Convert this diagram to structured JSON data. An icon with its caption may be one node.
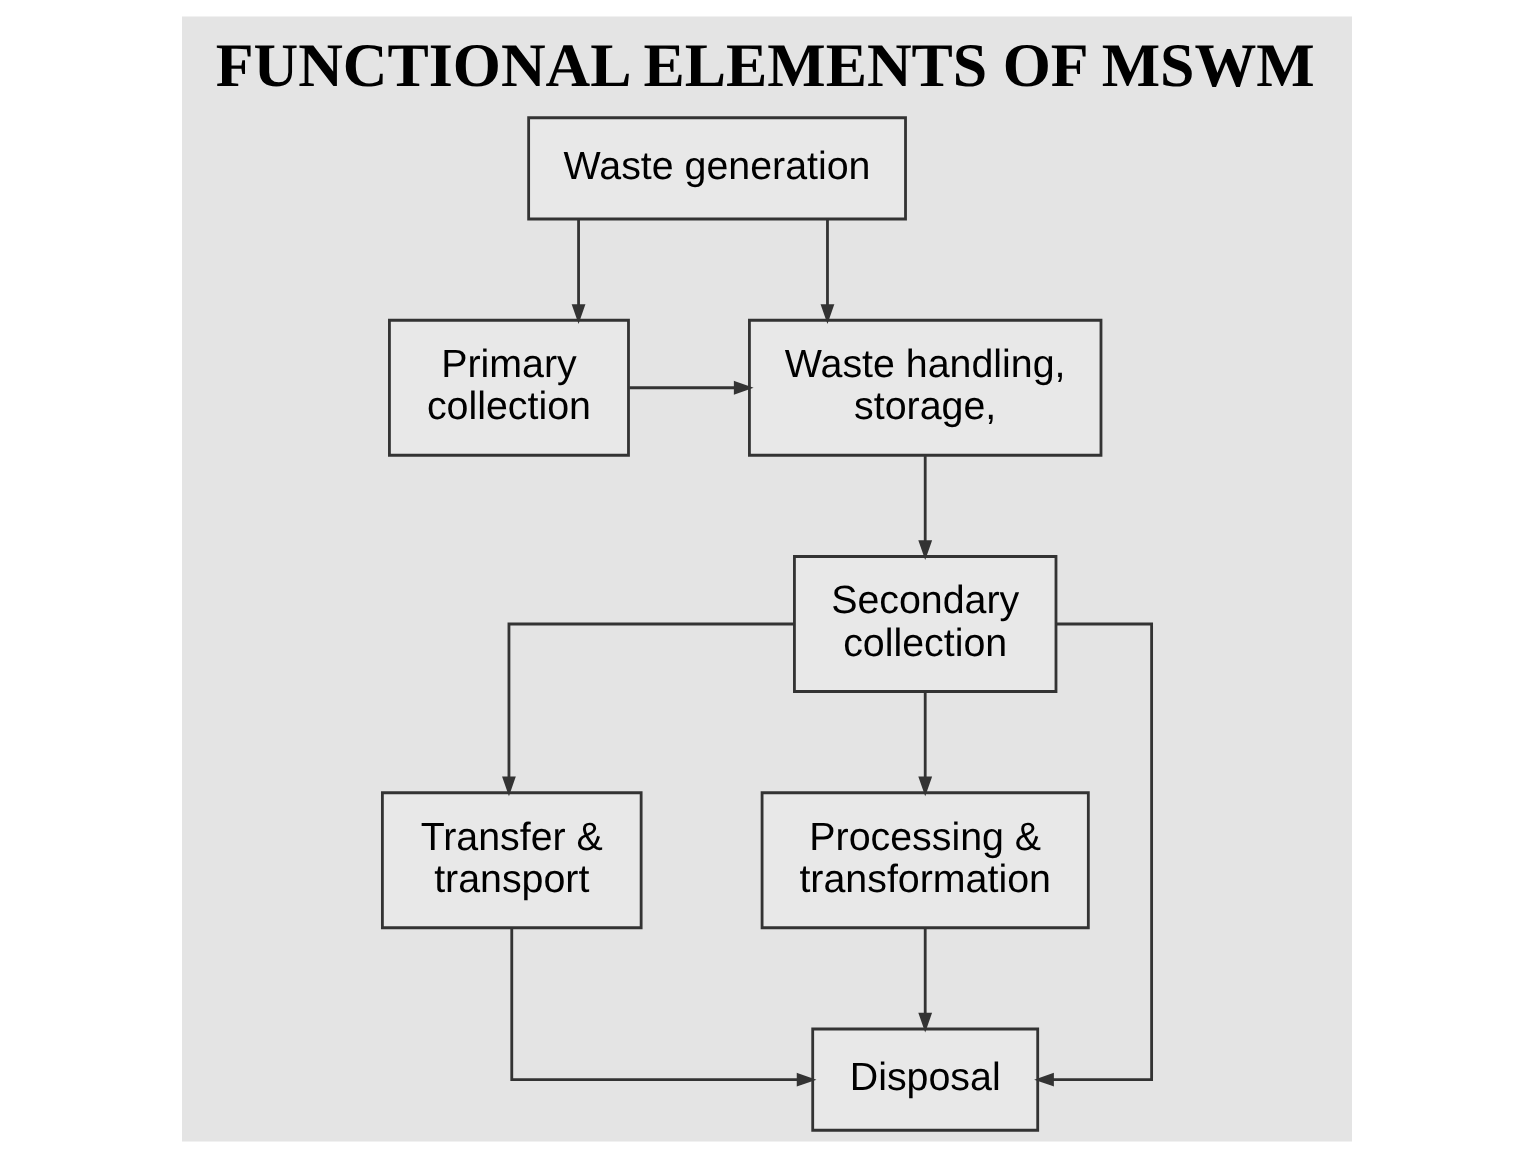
{
  "diagram": {
    "title": "FUNCTIONAL ELEMENTS OF MSWM",
    "nodes": [
      {
        "text": [
          "Waste generation"
        ]
      },
      {
        "text": [
          "Primary collection"
        ]
      },
      {
        "text": [
          "Waste handling, storage,"
        ]
      },
      {
        "text": [
          "Secondary collection"
        ]
      },
      {
        "text": [
          "Transfer & transport"
        ]
      },
      {
        "text": [
          "Processing & transformation"
        ]
      },
      {
        "text": [
          "Disposal"
        ]
      }
    ],
    "edges": [
      {
        "from": 0,
        "to": 2,
        "arrow": "to"
      },
      {
        "from": 0,
        "to": 1,
        "arrow": "to"
      },
      {
        "from": 1,
        "to": 2,
        "arrow": "to"
      },
      {
        "from": 2,
        "to": 3,
        "arrow": "to"
      },
      {
        "from": 3,
        "to": 4,
        "arrow": "to"
      },
      {
        "from": 3,
        "to": 5,
        "arrow": "to"
      },
      {
        "from": 3,
        "to": 6,
        "arrow": "to"
      },
      {
        "from": 4,
        "to": 6,
        "arrow": "to"
      },
      {
        "from": 5,
        "to": 6,
        "arrow": "to"
      }
    ]
  }
}
